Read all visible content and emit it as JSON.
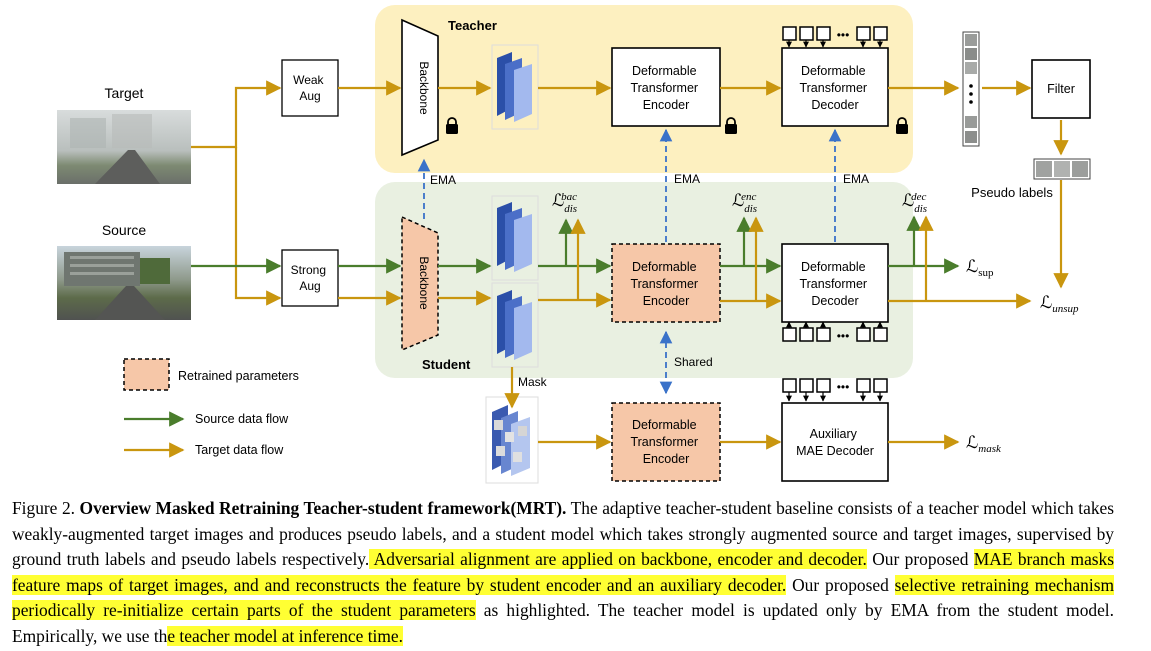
{
  "diagram": {
    "input_target": "Target",
    "input_source": "Source",
    "weak_aug": [
      "Weak",
      "Aug"
    ],
    "strong_aug": [
      "Strong",
      "Aug"
    ],
    "teacher_title": "Teacher",
    "student_title": "Student",
    "backbone": "Backbone",
    "encoder": [
      "Deformable",
      "Transformer",
      "Encoder"
    ],
    "decoder": [
      "Deformable",
      "Transformer",
      "Decoder"
    ],
    "aux_decoder": [
      "Auxiliary",
      "MAE Decoder"
    ],
    "filter": "Filter",
    "pseudo_labels": "Pseudo labels",
    "ema": "EMA",
    "shared": "Shared",
    "mask": "Mask",
    "legend_retrained": "Retrained parameters",
    "legend_source": "Source data flow",
    "legend_target": "Target data flow",
    "loss_L": "ℒ",
    "loss_dis": "dis",
    "loss_bac": "bac",
    "loss_enc": "enc",
    "loss_dec": "dec",
    "loss_sup": "sup",
    "loss_unsup": "unsup",
    "loss_mask": "mask",
    "lock_icon": "lock-icon",
    "dots": "•••",
    "colors": {
      "teacher_bg": "#fdf0c0",
      "student_bg": "#e9f0e1",
      "retrained": "#f6c7a8",
      "source_flow": "#4a7d2c",
      "target_flow": "#c9960f",
      "ema_dash": "#3a72c9",
      "highlight": "#ffff33"
    }
  },
  "caption": {
    "fig_label": "Figure 2.",
    "bold_title": "Overview Masked Retraining Teacher-student framework(MRT).",
    "t1": " The adaptive teacher-student baseline consists of a teacher model which takes weakly-augmented target images and produces pseudo labels, and a student model which takes strongly augmented source and target images, supervised by ground truth labels and pseudo labels respectively.",
    "h1": " Adversarial alignment are applied on backbone, encoder and decoder.",
    "t2": " Our proposed ",
    "h2": "MAE branch masks feature maps of target images, and and reconstructs the feature by student encoder and an auxiliary decoder.",
    "t3": " Our proposed ",
    "h3": "selective retraining mechanism periodically re-initialize certain parts of the student parameters",
    "t4": " as highlighted. The teacher model is updated only by EMA from the student model. Empirically, we use th",
    "h4": "e teacher model at inference time."
  }
}
